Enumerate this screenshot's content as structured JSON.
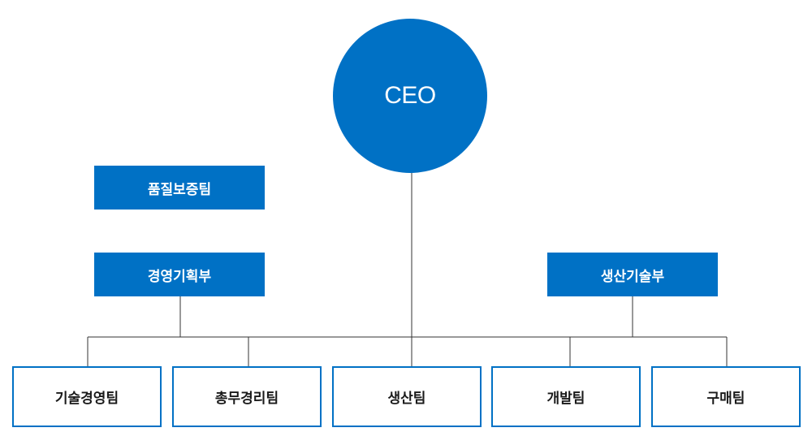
{
  "ceo": {
    "label": "CEO"
  },
  "staff": [
    {
      "label": "품질보증팀"
    },
    {
      "label": "경영기획부"
    },
    {
      "label": "생산기술부"
    }
  ],
  "teams": [
    {
      "label": "기술경영팀"
    },
    {
      "label": "총무경리팀"
    },
    {
      "label": "생산팀"
    },
    {
      "label": "개발팀"
    },
    {
      "label": "구매팀"
    }
  ],
  "colors": {
    "primary": "#0071c5",
    "line": "#333333"
  }
}
